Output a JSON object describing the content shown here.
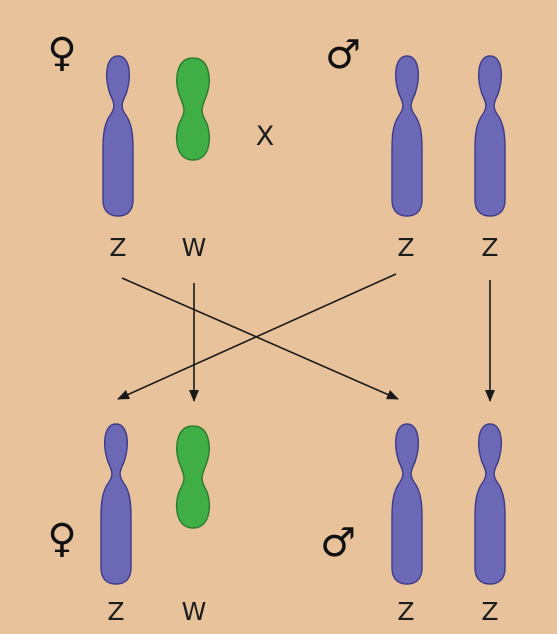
{
  "symbols": {
    "female": "♀",
    "male": "♂",
    "cross": "X"
  },
  "parents": {
    "female": [
      "Z",
      "W"
    ],
    "male": [
      "Z",
      "Z"
    ]
  },
  "offspring": {
    "female": [
      "Z",
      "W"
    ],
    "male": [
      "Z",
      "Z"
    ]
  },
  "colors": {
    "background": "#e7c29a",
    "z_chromosome": "#6b68b6",
    "z_outline": "#3d3a8a",
    "w_chromosome": "#3fae45",
    "w_outline": "#2d7a30",
    "arrow": "#1a1a1a"
  }
}
